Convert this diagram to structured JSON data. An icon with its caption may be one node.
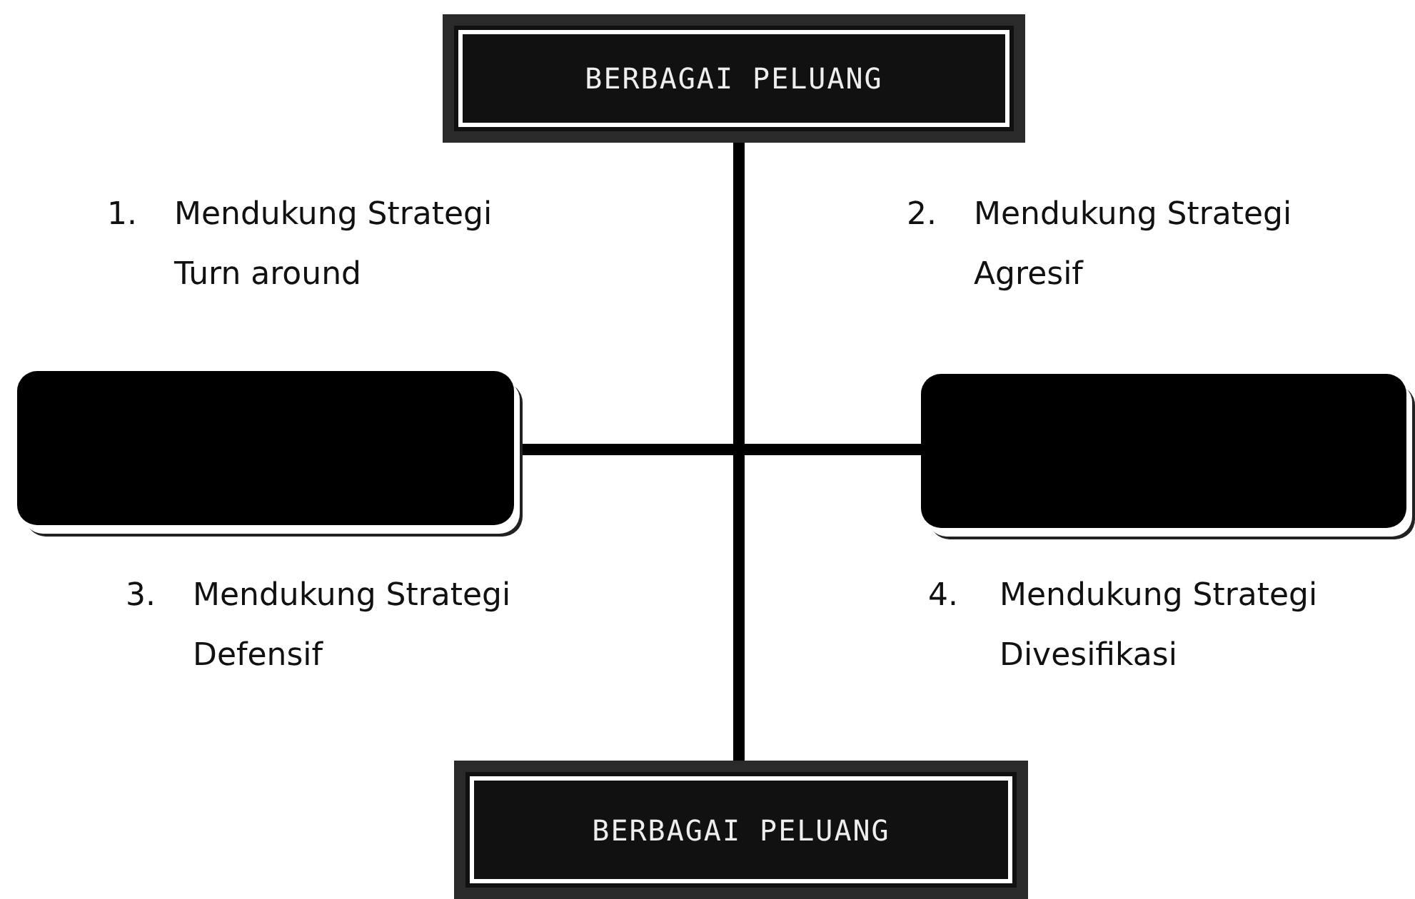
{
  "diagram": {
    "nodes": [
      {
        "text": [
          "BERBAGAI PELUANG"
        ]
      },
      {
        "text": [],
        "shape": "box"
      },
      {
        "text": [],
        "shape": "box"
      },
      {
        "text": [
          "BERBAGAI PELUANG"
        ]
      }
    ],
    "edges": [
      {
        "from": 0,
        "to": 3,
        "arrow": "none"
      },
      {
        "from": 1,
        "to": 2,
        "arrow": "none"
      }
    ],
    "labels": [
      "1.",
      "Mendukung Strategi Turn around",
      "2.",
      "Mendukung Strategi Agresif",
      "3.",
      "Mendukung Strategi Defensif",
      "4.",
      "Mendukung Strategi Divesifikasi"
    ]
  }
}
